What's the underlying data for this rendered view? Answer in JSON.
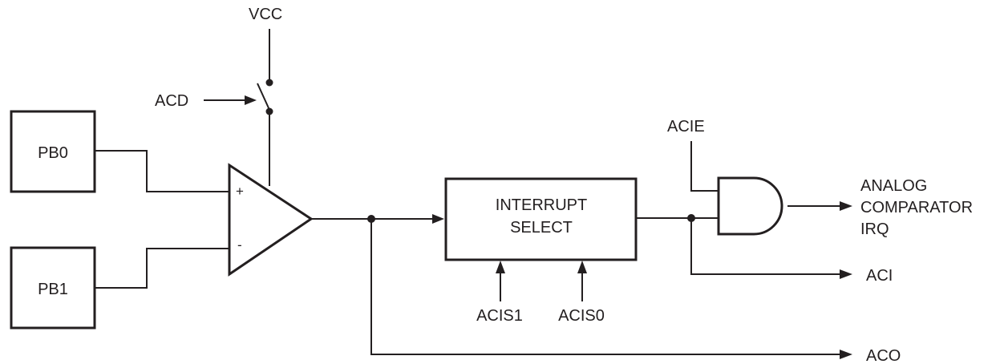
{
  "labels": {
    "vcc": "VCC",
    "acd": "ACD",
    "pb0": "PB0",
    "pb1": "PB1",
    "plus": "+",
    "minus": "-",
    "interrupt_select_line1": "INTERRUPT",
    "interrupt_select_line2": "SELECT",
    "acis1": "ACIS1",
    "acis0": "ACIS0",
    "acie": "ACIE",
    "irq_line1": "ANALOG",
    "irq_line2": "COMPARATOR",
    "irq_line3": "IRQ",
    "aci": "ACI",
    "aco": "ACO"
  },
  "colors": {
    "ink": "#231f20",
    "background": "#ffffff"
  }
}
